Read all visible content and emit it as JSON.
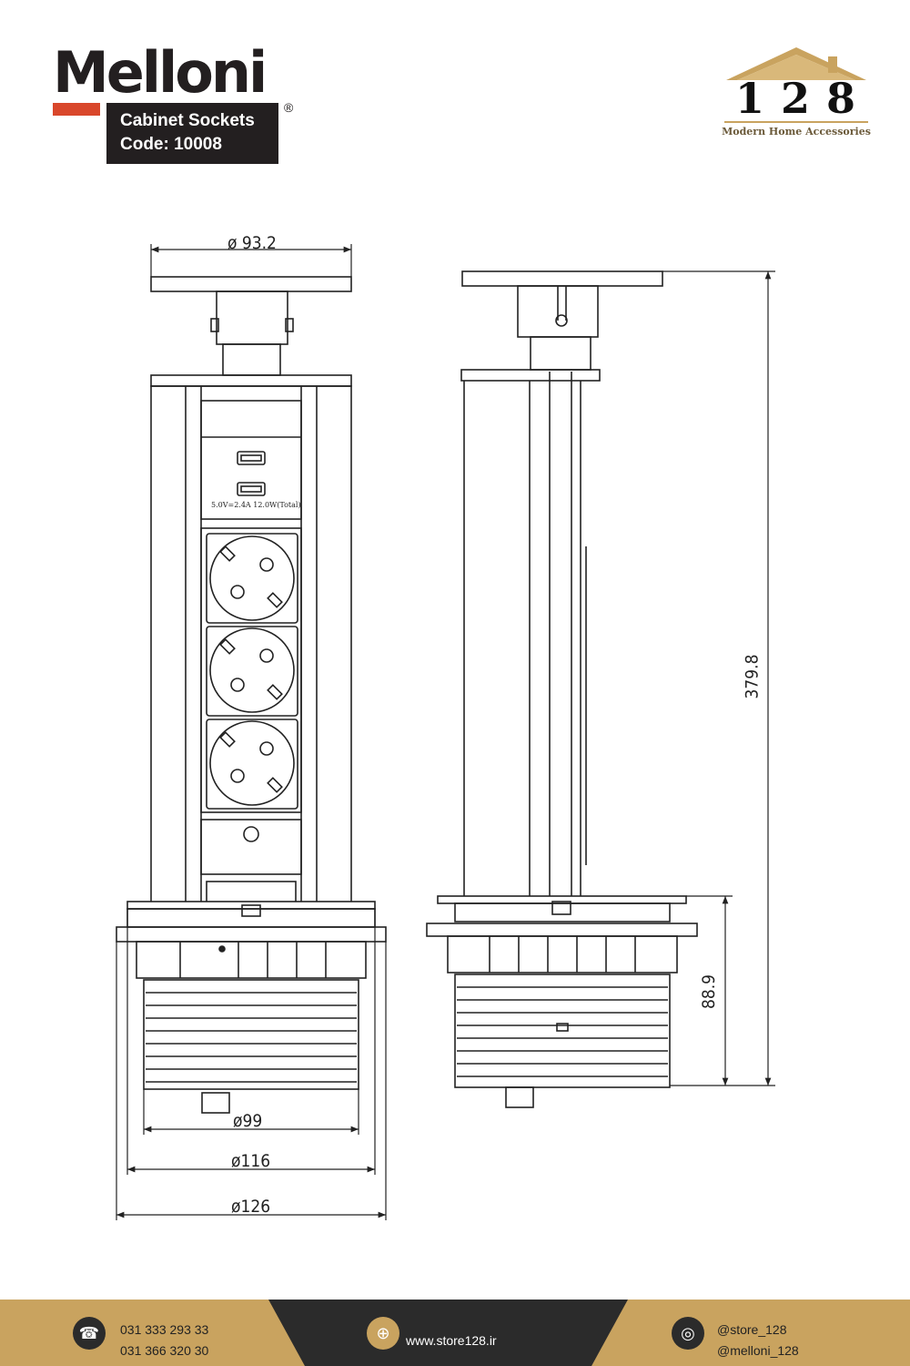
{
  "brand": {
    "name": "Melloni",
    "registered": "®",
    "product_line": "Cabinet Sockets",
    "code": "Code: 10008",
    "accent_color": "#d9472b",
    "box_color": "#231f20"
  },
  "store": {
    "number": "128",
    "tagline": "Modern Home Accessories",
    "roof_color": "#c9a35f"
  },
  "drawing": {
    "dimensions": {
      "top_diameter": "ø 93.2",
      "total_height": "379.8",
      "base_height": "88.9",
      "inner_diameter": "ø99",
      "flange_diameter": "ø116",
      "outer_diameter": "ø126"
    },
    "usb_spec": "5.0V=2.4A 12.0W(Total)",
    "socket_count": 3,
    "usb_port_count": 2
  },
  "footer": {
    "phone_1": "031 333 293 33",
    "phone_2": "031 366 320 30",
    "website": "www.store128.ir",
    "instagram_1": "@store_128",
    "instagram_2": "@melloni_128",
    "icons": [
      "phone-icon",
      "globe-icon",
      "instagram-icon"
    ],
    "gold_color": "#c9a35f",
    "dark_color": "#2b2b2b"
  }
}
